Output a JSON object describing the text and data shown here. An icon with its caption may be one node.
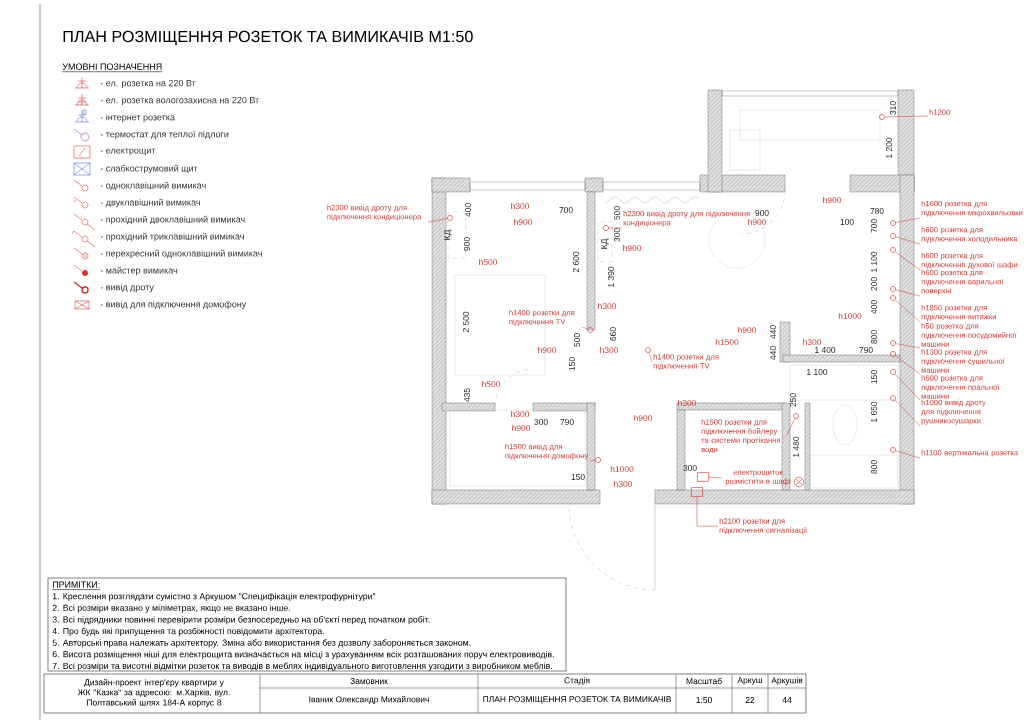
{
  "diagram": {
    "title": "ПЛАН РОЗМІЩЕННЯ РОЗЕТОК ТА ВИМИКАЧІВ М1:50",
    "nodes": [
      {
        "text": [
          "h2300 вивід дроту для підключення кондиціонера"
        ]
      },
      {
        "text": [
          "h2300 вивід дроту для підключення кондиціонера"
        ]
      },
      {
        "text": [
          "h1400 розетки для підключення TV"
        ]
      },
      {
        "text": [
          "h1400 розетки для підключення TV"
        ]
      },
      {
        "text": [
          "h1500 вивід для підключення домофону"
        ]
      },
      {
        "text": [
          "h1500 розетки для підключення бойлеру та системи протікання води"
        ]
      },
      {
        "text": [
          "електрощиток розмістити в шафі"
        ]
      },
      {
        "text": [
          "h2100 розетки для підключення сигналізації"
        ]
      },
      {
        "text": [
          "h1600 розетка для підключення мікрохвильовки"
        ]
      },
      {
        "text": [
          "h600 розетка для підключення холодильника"
        ]
      },
      {
        "text": [
          "h600 розетка для підключення духової шафи"
        ]
      },
      {
        "text": [
          "h600 розетка для підключення варильної поверхні"
        ]
      },
      {
        "text": [
          "h1850 розетка для підключення витяжки"
        ]
      },
      {
        "text": [
          "h50 розетка для підключення посудомийної машини"
        ]
      },
      {
        "text": [
          "h1300 розетка для підключення сушильної машини"
        ]
      },
      {
        "text": [
          "h600 розетка для підключення пральної машини"
        ]
      },
      {
        "text": [
          "h1000 вивід дроту для підключення рушникосушарки"
        ]
      },
      {
        "text": [
          "h1100 вертикальна розетка"
        ]
      },
      {
        "text": [
          "h1200"
        ]
      },
      {
        "text": [],
        "shape": "circle"
      },
      {
        "text": [],
        "shape": "circle"
      },
      {
        "text": [],
        "shape": "circle"
      },
      {
        "text": [],
        "shape": "circle"
      },
      {
        "text": [],
        "shape": "circle"
      },
      {
        "text": [],
        "shape": "circle"
      },
      {
        "text": [],
        "shape": "box"
      },
      {
        "text": [],
        "shape": "box"
      },
      {
        "text": [],
        "shape": "circle"
      },
      {
        "text": [],
        "shape": "circle"
      },
      {
        "text": [],
        "shape": "circle"
      },
      {
        "text": [],
        "shape": "circle"
      },
      {
        "text": [],
        "shape": "circle"
      },
      {
        "text": [],
        "shape": "circle"
      },
      {
        "text": [],
        "shape": "circle"
      },
      {
        "text": [],
        "shape": "circle"
      },
      {
        "text": [],
        "shape": "circle"
      },
      {
        "text": [],
        "shape": "circle"
      },
      {
        "text": [],
        "shape": "circle"
      }
    ],
    "edges": [
      {
        "from": 0,
        "to": 19,
        "arrow": "none"
      },
      {
        "from": 1,
        "to": 20,
        "arrow": "none"
      },
      {
        "from": 2,
        "to": 21,
        "arrow": "none"
      },
      {
        "from": 3,
        "to": 22,
        "arrow": "none"
      },
      {
        "from": 4,
        "to": 23,
        "arrow": "none"
      },
      {
        "from": 5,
        "to": 24,
        "arrow": "none"
      },
      {
        "from": 6,
        "to": 25,
        "arrow": "none"
      },
      {
        "from": 7,
        "to": 26,
        "arrow": "none"
      },
      {
        "from": 8,
        "to": 27,
        "arrow": "none"
      },
      {
        "from": 9,
        "to": 28,
        "arrow": "none"
      },
      {
        "from": 10,
        "to": 29,
        "arrow": "none"
      },
      {
        "from": 11,
        "to": 30,
        "arrow": "none"
      },
      {
        "from": 12,
        "to": 31,
        "arrow": "none"
      },
      {
        "from": 13,
        "to": 32,
        "arrow": "none"
      },
      {
        "from": 14,
        "to": 33,
        "arrow": "none"
      },
      {
        "from": 15,
        "to": 34,
        "arrow": "none"
      },
      {
        "from": 16,
        "to": 35,
        "arrow": "none"
      },
      {
        "from": 17,
        "to": 36,
        "arrow": "none"
      },
      {
        "from": 18,
        "to": 37,
        "arrow": "none"
      }
    ],
    "labels": [
      "УМОВНІ ПОЗНАЧЕННЯ",
      "310",
      "1 200",
      "h900",
      "h300",
      "400",
      "700",
      "500",
      "900",
      "780",
      "h900",
      "h900",
      "100",
      "700",
      "КД",
      "300",
      "900",
      "КД",
      "h900",
      "h500",
      "2 600",
      "1 100",
      "1 390",
      "200",
      "h300",
      "400",
      "h1000",
      "2 500",
      "660",
      "h900",
      "440",
      "500",
      "h1500",
      "h300",
      "800",
      "h900",
      "h300",
      "440",
      "1 400",
      "790",
      "150",
      "1 100",
      "150",
      "h500",
      "435",
      "h300",
      "250",
      "1 650",
      "h300",
      "h900",
      "300",
      "790",
      "h900",
      "1 480",
      "h1000",
      "300",
      "800",
      "150",
      "h300",
      "ПРИМІТКИ:",
      "1. Креслення розглядати сумістно з Аркушом \"Специфікація електрофурнітури\"",
      "2. Всі розміри вказано у міліметрах, якщо не вказано інше.",
      "3. Всі підрядники повинні перевірити розміри безпосередньо на об'єкті перед початком робіт.",
      "4. Про будь які припущення та розбіжності повідомити архітектора.",
      "5. Авторські права належать архітектору. Зміна або використання без дозволу забороняється законом.",
      "6. Висота розміщення ніші для електрощита визначається на місці з урахуванням всіх розташованих поруч електровиводів.",
      "7. Всі розміри та висотні відмітки розеток та виводів в меблях індивідуального виготовлення узгодити з виробником меблів.",
      "Дизайн-проект інтер'єру квартири у ЖК \"Казка\" за адресою: м.Харків, вул. Полтавський шлях 184-А корпус 8",
      "Замовник",
      "Стадія",
      "Масштаб",
      "Аркуш",
      "Аркушів",
      "Іваник Олександр Михайлович",
      "ПЛАН РОЗМІЩЕННЯ РОЗЕТОК ТА ВИМИКАЧІВ",
      "1:50",
      "22",
      "44"
    ],
    "legend": [
      {
        "text": "- ел. розетка на 220 Вт"
      },
      {
        "text": "- ел. розетка вологозахисна на 220 Вт"
      },
      {
        "text": "- інтернет розетка"
      },
      {
        "text": "- термостат для теплої підлоги"
      },
      {
        "text": "- електрощит"
      },
      {
        "text": "- слабкострумовий щит"
      },
      {
        "text": "- одноклавішний вимикач"
      },
      {
        "text": "- двуклавішний вимикач"
      },
      {
        "text": "- прохідний двоклавішний вимикач"
      },
      {
        "text": "- прохідний триклавішний вимикач"
      },
      {
        "text": "- перехресний одноклавішний вимикач"
      },
      {
        "text": "- майстер вимикач"
      },
      {
        "text": "- вивід дроту"
      },
      {
        "text": "- вивід для підключення домофону"
      }
    ]
  }
}
